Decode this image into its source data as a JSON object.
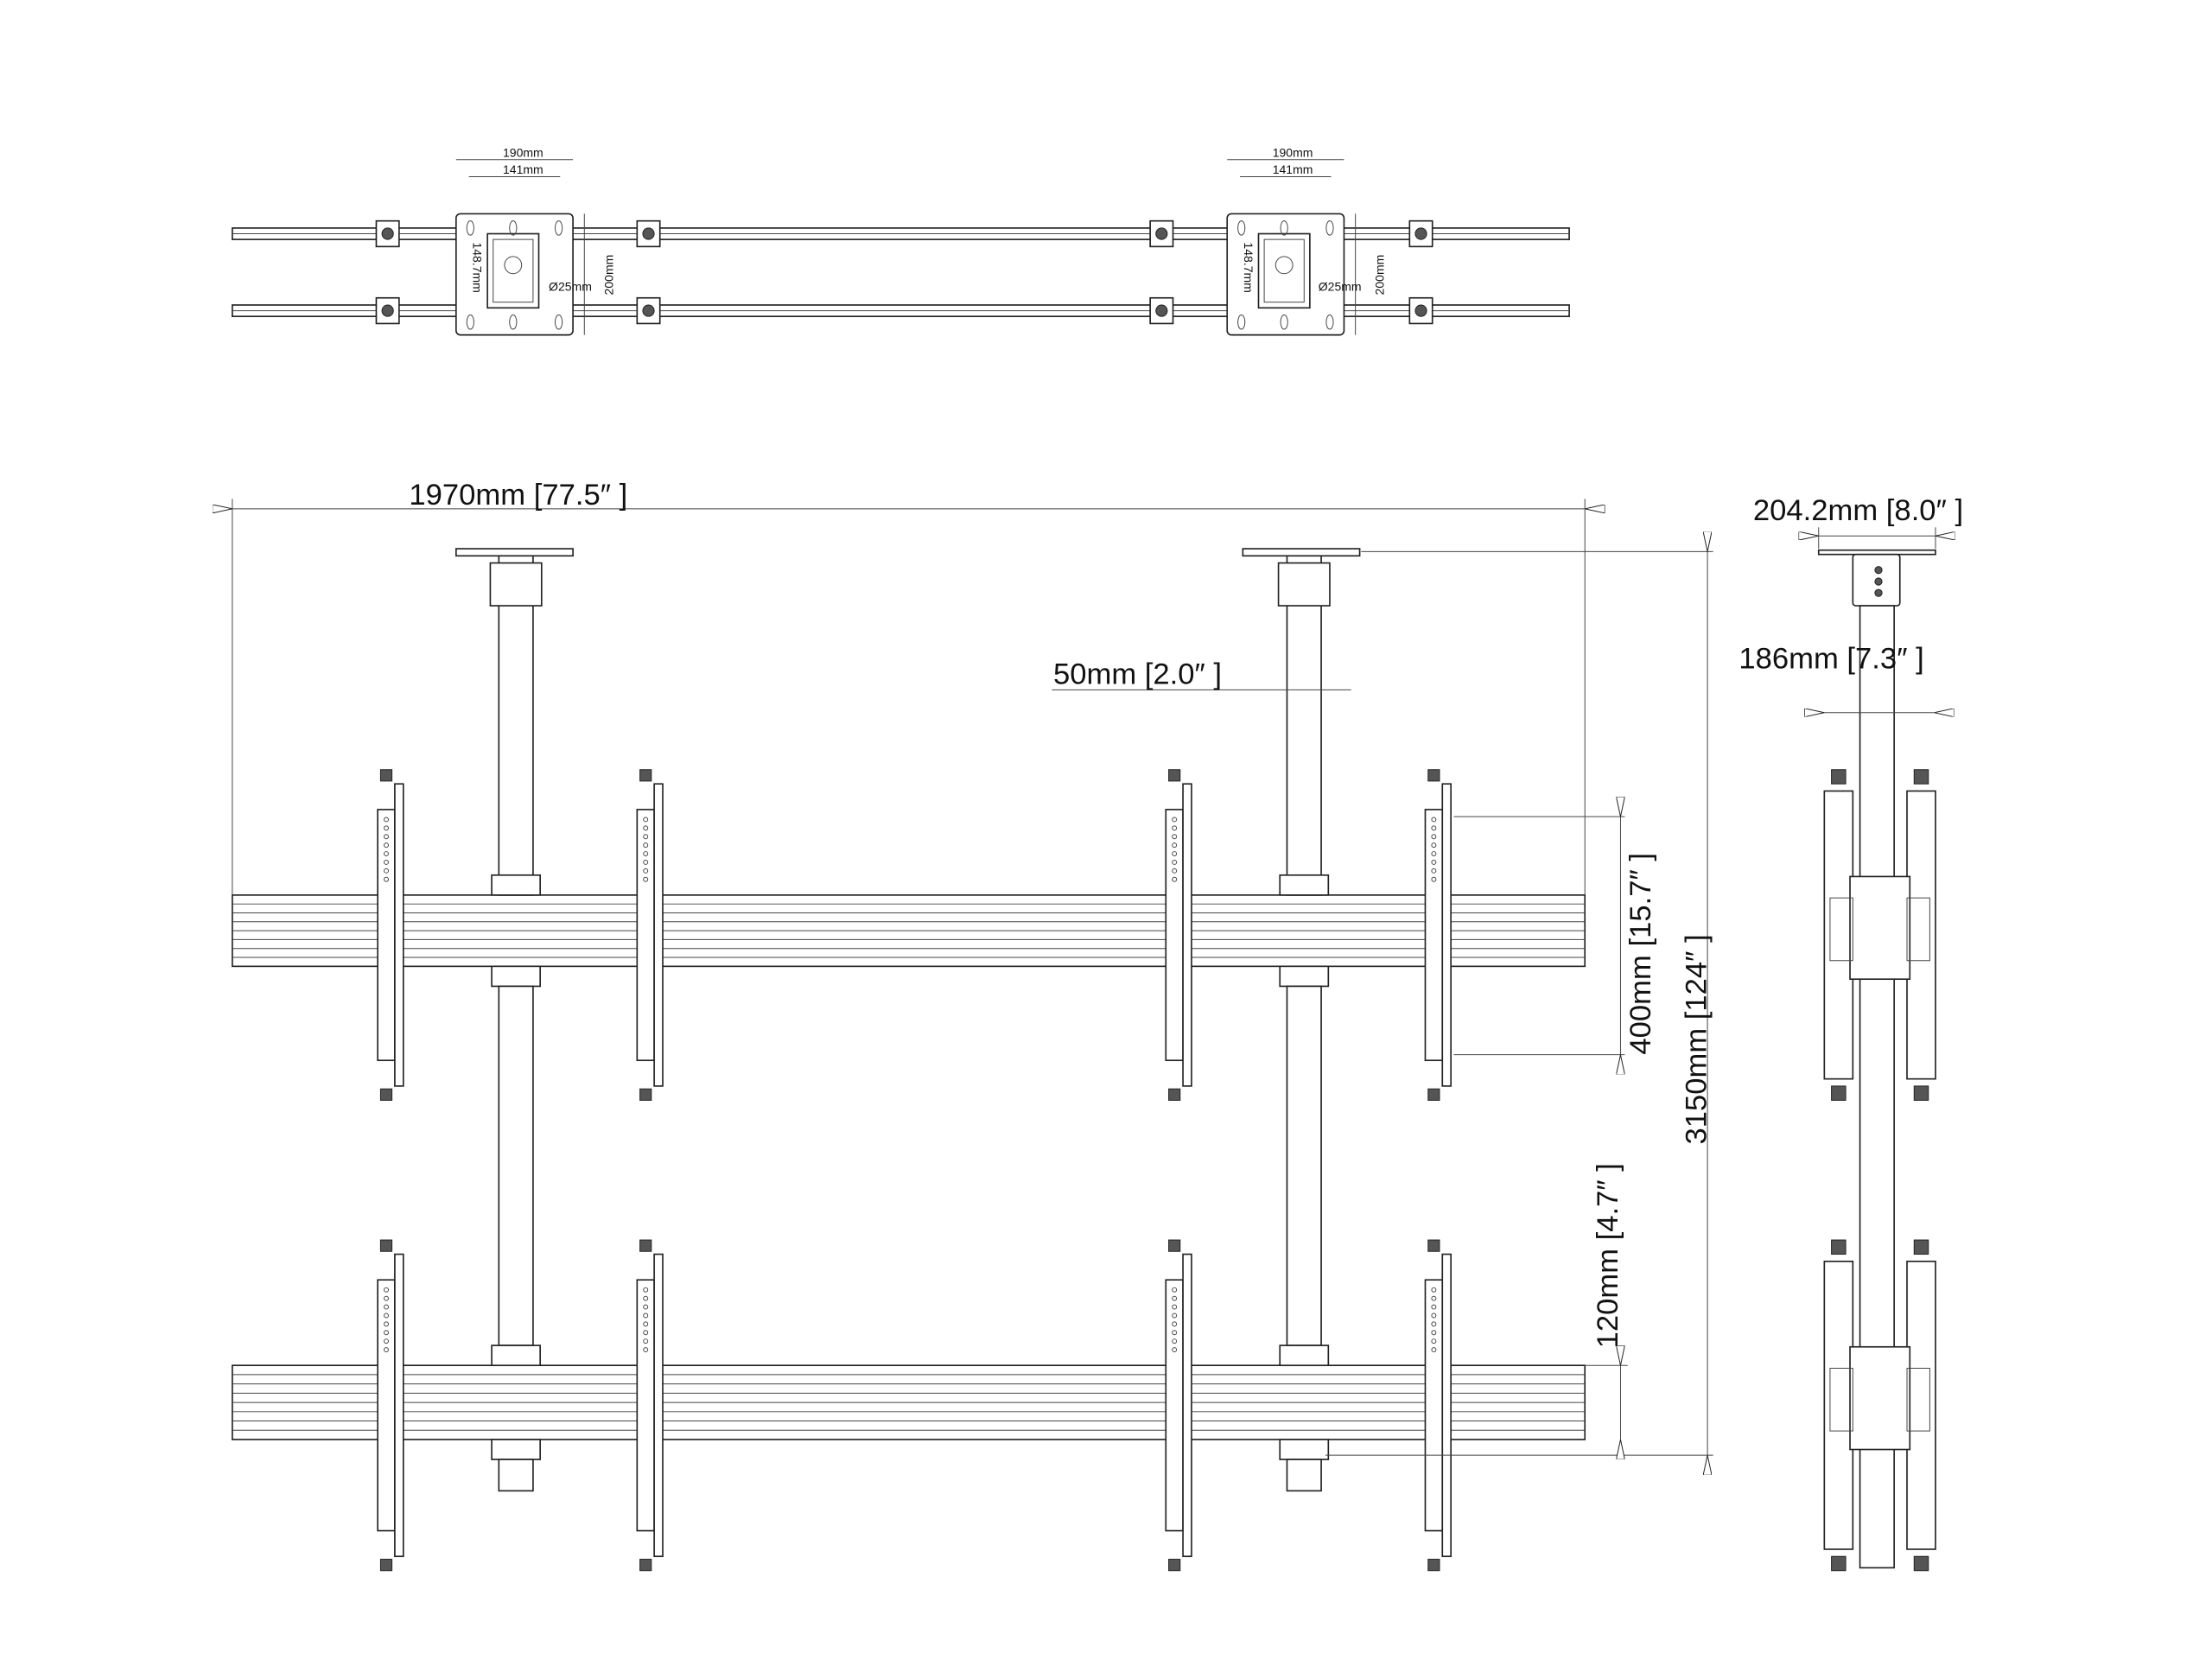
{
  "top_view": {
    "plate_width": "190mm",
    "hole_spacing_x": "141mm",
    "hole_spacing_y": "148.7mm",
    "center_hole": "Ø25mm",
    "plate_height": "200mm"
  },
  "front_view": {
    "overall_width": "1970mm [77.5″  ]",
    "pole_diameter": "50mm [2.0″  ]",
    "bracket_height": "400mm [15.7″  ]",
    "overall_height": "3150mm [124″  ]",
    "beam_height": "120mm [4.7″  ]"
  },
  "side_view": {
    "plate_width": "204.2mm [8.0″  ]",
    "depth": "186mm [7.3″  ]"
  }
}
